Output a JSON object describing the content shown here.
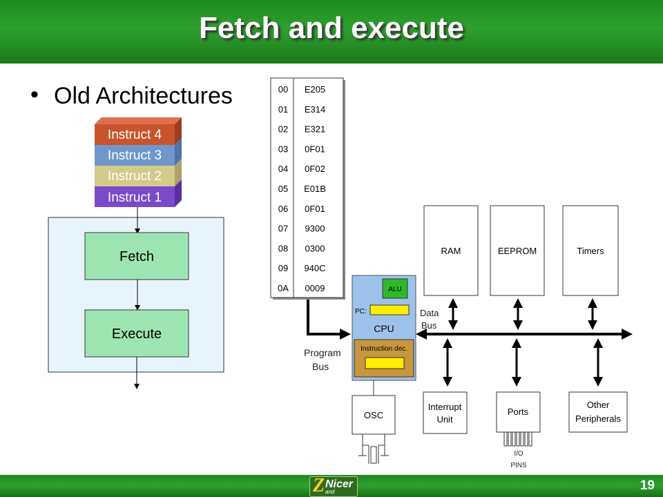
{
  "slide": {
    "title": "Fetch and execute",
    "bullet": "Old Architectures",
    "page_number": "19",
    "logo": {
      "letter": "Z",
      "word": "Nicer",
      "sub": "and"
    }
  },
  "instruction_stack": [
    "Instruct 4",
    "Instruct 3",
    "Instruct 2",
    "Instruct 1"
  ],
  "flow": {
    "fetch": "Fetch",
    "execute": "Execute"
  },
  "program_memory": [
    {
      "addr": "00",
      "value": "E205"
    },
    {
      "addr": "01",
      "value": "E314"
    },
    {
      "addr": "02",
      "value": "E321"
    },
    {
      "addr": "03",
      "value": "0F01"
    },
    {
      "addr": "04",
      "value": "0F02"
    },
    {
      "addr": "05",
      "value": "E01B"
    },
    {
      "addr": "06",
      "value": "0F01"
    },
    {
      "addr": "07",
      "value": "9300"
    },
    {
      "addr": "08",
      "value": "0300"
    },
    {
      "addr": "09",
      "value": "940C"
    },
    {
      "addr": "0A",
      "value": "0009"
    }
  ],
  "cpu": {
    "label": "CPU",
    "alu": "ALU",
    "pc": "PC:",
    "instr_dec": "Instruction dec."
  },
  "labels": {
    "program_bus_1": "Program",
    "program_bus_2": "Bus",
    "data_bus_1": "Data",
    "data_bus_2": "Bus",
    "osc": "OSC",
    "io_pins_1": "I/O",
    "io_pins_2": "PINS"
  },
  "top_modules": [
    "RAM",
    "EEPROM",
    "Timers"
  ],
  "bottom_modules": {
    "interrupt_1": "Interrupt",
    "interrupt_2": "Unit",
    "ports": "Ports",
    "other_1": "Other",
    "other_2": "Peripherals"
  },
  "colors": {
    "header_green": "#2ea02e",
    "instruct_4": "#c8542c",
    "instruct_3": "#6f97cc",
    "instruct_2": "#d3cb8a",
    "instruct_1": "#7a4bc8",
    "flow_box": "#9ee4b2",
    "panel_bg": "#e8f4fc",
    "cpu_bg": "#9ec3ea",
    "alu": "#2eb82e",
    "pc": "#ffee00",
    "instr_dec_bg": "#c8963c"
  }
}
